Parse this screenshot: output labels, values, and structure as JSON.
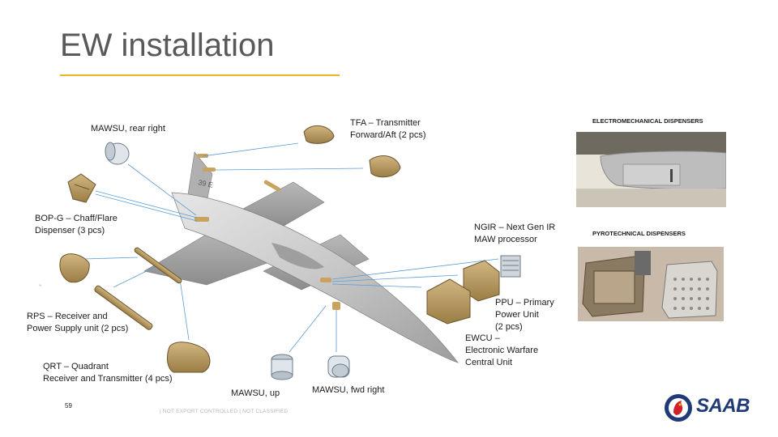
{
  "page": {
    "title": "EW installation",
    "page_number": "59",
    "footer": "| NOT EXPORT CONTROLLED | NOT CLASSIFIED",
    "logo_text": "SAAB",
    "aircraft_marking": "39 E"
  },
  "labels": {
    "mawsu_rear_right": [
      "MAWSU, rear right"
    ],
    "bop_g": [
      "BOP-G – Chaff/Flare",
      "Dispenser (3 pcs)"
    ],
    "rps": [
      "RPS – Receiver and",
      "Power Supply unit (2 pcs)"
    ],
    "qrt": [
      "QRT – Quadrant",
      "Receiver and Transmitter (4 pcs)"
    ],
    "mawsu_up": [
      "MAWSU, up"
    ],
    "mawsu_fwd_right": [
      "MAWSU, fwd right"
    ],
    "tfa": [
      "TFA – Transmitter",
      "Forward/Aft (2 pcs)"
    ],
    "ngir": [
      "NGIR – Next Gen IR",
      "MAW processor"
    ],
    "ppu": [
      "PPU – Primary",
      "Power Unit",
      "(2 pcs)"
    ],
    "ewcu": [
      "EWCU –",
      "Electronic Warfare",
      "Central Unit"
    ]
  },
  "photos": {
    "electromechanical": "ELECTROMECHANICAL DISPENSERS",
    "pyrotechnical": "PYROTECHNICAL DISPENSERS"
  },
  "colors": {
    "accent_rule": "#e8b720",
    "leader_line": "#5b9bd5",
    "component": "#b99a5c",
    "saab_blue": "#1f3a75"
  }
}
